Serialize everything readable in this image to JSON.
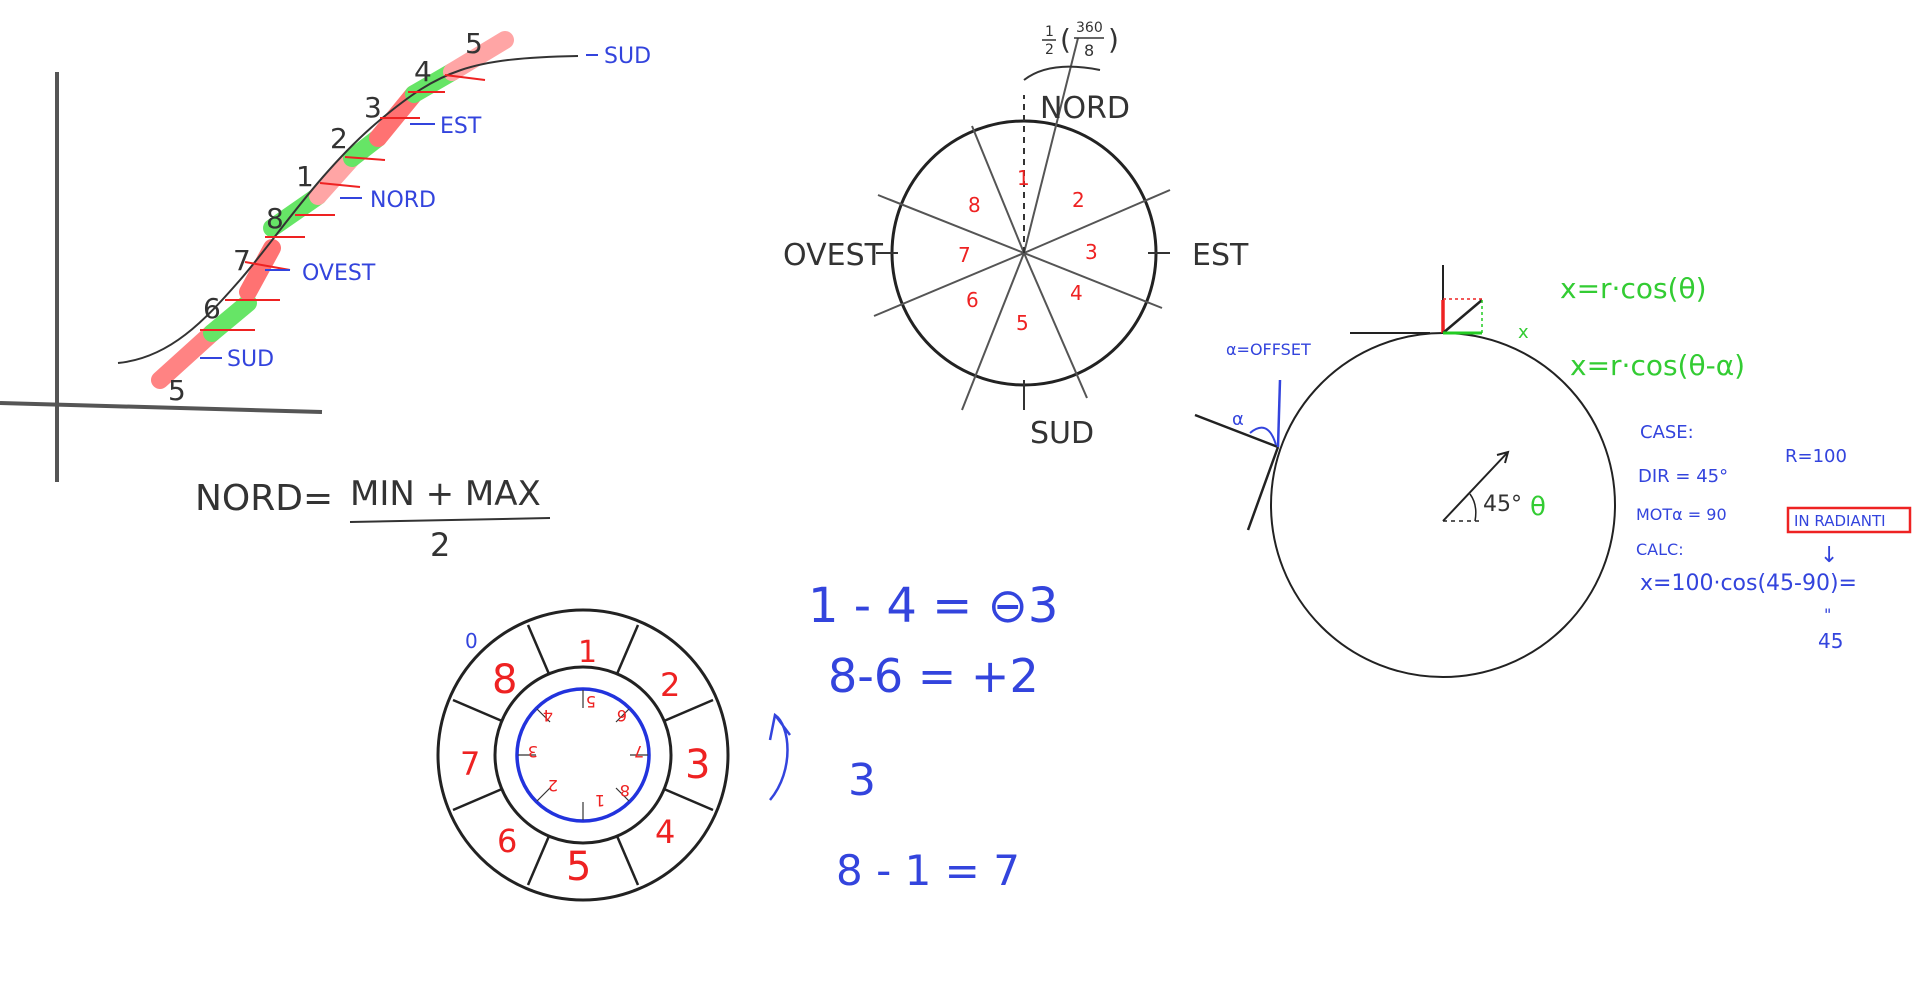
{
  "colors": {
    "ink": "#333333",
    "blue": "#3344dd",
    "red": "#ee2222",
    "green": "#33cc33",
    "green_band": "#22dd22",
    "red_band": "#ff4444"
  },
  "graph": {
    "numbers": [
      "5",
      "6",
      "7",
      "8",
      "1",
      "2",
      "3",
      "4",
      "5"
    ],
    "labels": [
      "SUD",
      "OVEST",
      "NORD",
      "EST",
      "SUD"
    ]
  },
  "formula_nord": {
    "lhs": "NORD=",
    "numerator": "MIN + MAX",
    "denominator": "2"
  },
  "compass": {
    "nord": "NORD",
    "est": "EST",
    "sud": "SUD",
    "ovest": "OVEST",
    "sectors": [
      "1",
      "2",
      "3",
      "4",
      "5",
      "6",
      "7",
      "8"
    ],
    "offset_frac_num": "1",
    "offset_frac_den": "2",
    "offset_paren_num": "360",
    "offset_paren_den": "8"
  },
  "ring": {
    "zero_label": "0",
    "outer": [
      "1",
      "2",
      "3",
      "4",
      "5",
      "6",
      "7",
      "8"
    ],
    "inner": [
      "1",
      "2",
      "3",
      "4",
      "5",
      "6",
      "7",
      "8"
    ]
  },
  "arith": {
    "line1": "1 - 4 = ⊖3",
    "line2": "8-6 = +2",
    "line3": "3",
    "line4": "8 - 1 = 7"
  },
  "circle_notes": {
    "alpha_label": "α=OFFSET",
    "alpha": "α",
    "angle": "45°",
    "theta": "θ",
    "x_small": "x",
    "eq1": "x=r·cos(θ)",
    "eq2": "x=r·cos(θ-α)",
    "case": "CASE:",
    "dir": "DIR = 45°",
    "mot": "MOTα = 90",
    "calc": "CALC:",
    "r": "R=100",
    "radianti": "IN RADIANTI",
    "arrow": "↓",
    "x_calc": "x=100·cos(45-90)=",
    "equals_mark": "\"",
    "result": "45"
  }
}
